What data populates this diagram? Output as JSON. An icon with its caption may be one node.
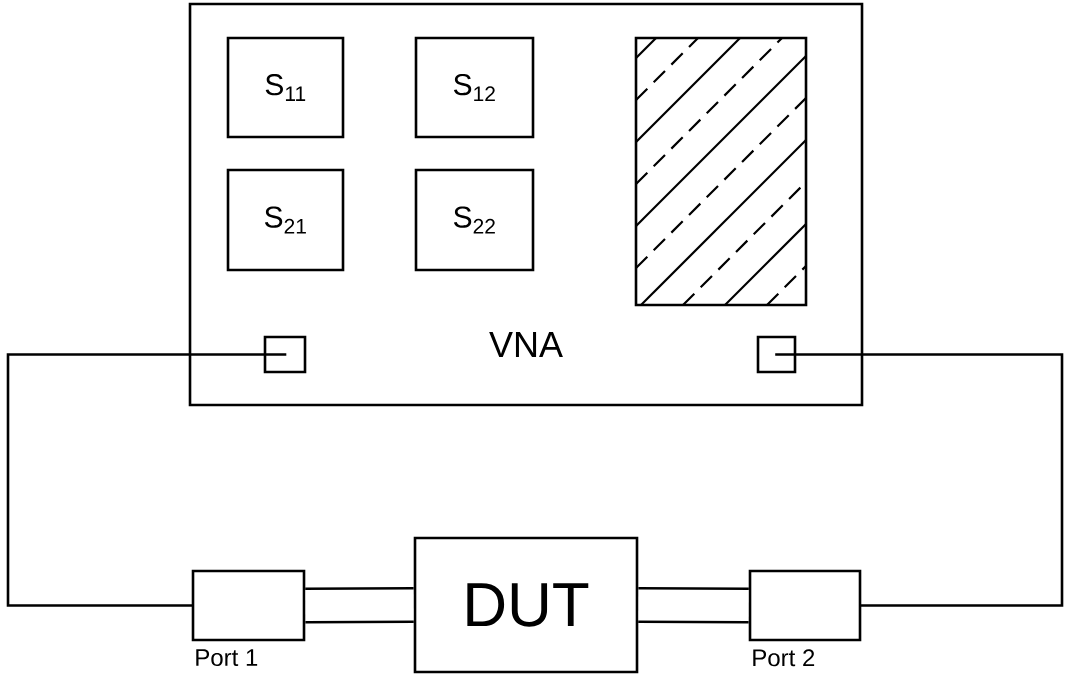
{
  "diagram": {
    "nodes": [
      {
        "text": [
          "VNA"
        ]
      },
      {
        "text": [
          "S$_{11}$"
        ],
        "in": 0
      },
      {
        "text": [
          "S$_{12}$"
        ],
        "in": 0
      },
      {
        "text": [
          "S$_{21}$"
        ],
        "in": 0
      },
      {
        "text": [
          "S$_{22}$"
        ],
        "in": 0
      },
      {
        "text": [],
        "shape": "box",
        "in": 0
      },
      {
        "text": [],
        "shape": "box",
        "in": 0
      },
      {
        "text": [],
        "shape": "box",
        "in": 0
      },
      {
        "text": [],
        "shape": "box",
        "beside": [
          "Port 1"
        ]
      },
      {
        "text": [
          "DUT"
        ]
      },
      {
        "text": [],
        "shape": "box",
        "beside": [
          "Port 2"
        ]
      }
    ],
    "edges": [
      {
        "from": 6,
        "to": 8,
        "arrow": "none"
      },
      {
        "from": 8,
        "to": 9,
        "arrow": "none",
        "style": "thick"
      },
      {
        "from": 9,
        "to": 10,
        "arrow": "none",
        "style": "thick"
      },
      {
        "from": 10,
        "to": 7,
        "arrow": "none"
      }
    ]
  }
}
